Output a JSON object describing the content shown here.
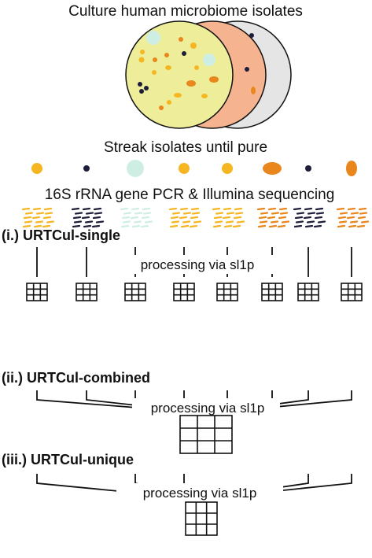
{
  "title": "Culture human microbiome isolates",
  "streak_label": "Streak isolates until pure",
  "sequencing_label": "16S rRNA gene PCR & Illumina sequencing",
  "sections": [
    {
      "heading": "(i.) URTCul-single",
      "process_label": "processing via sl1p"
    },
    {
      "heading": "(ii.) URTCul-combined",
      "process_label": "processing via sl1p"
    },
    {
      "heading": "(iii.) URTCul-unique",
      "process_label": "processing via sl1p"
    }
  ],
  "isolate_colors": [
    "#f6b622",
    "#1e1e3a",
    "#cfeee3",
    "#f6b622",
    "#f6b622",
    "#e9861c",
    "#1e1e3a",
    "#e9861c"
  ],
  "colors": {
    "plate_front": "#eeee9a",
    "plate_mid": "#f5b48f",
    "plate_back": "#e5e5e5",
    "line": "#111111"
  },
  "icons": {
    "plate": "petri-dish-icon",
    "isolate": "colony-dot-icon",
    "reads": "sequence-reads-icon",
    "table": "table-grid-icon"
  }
}
